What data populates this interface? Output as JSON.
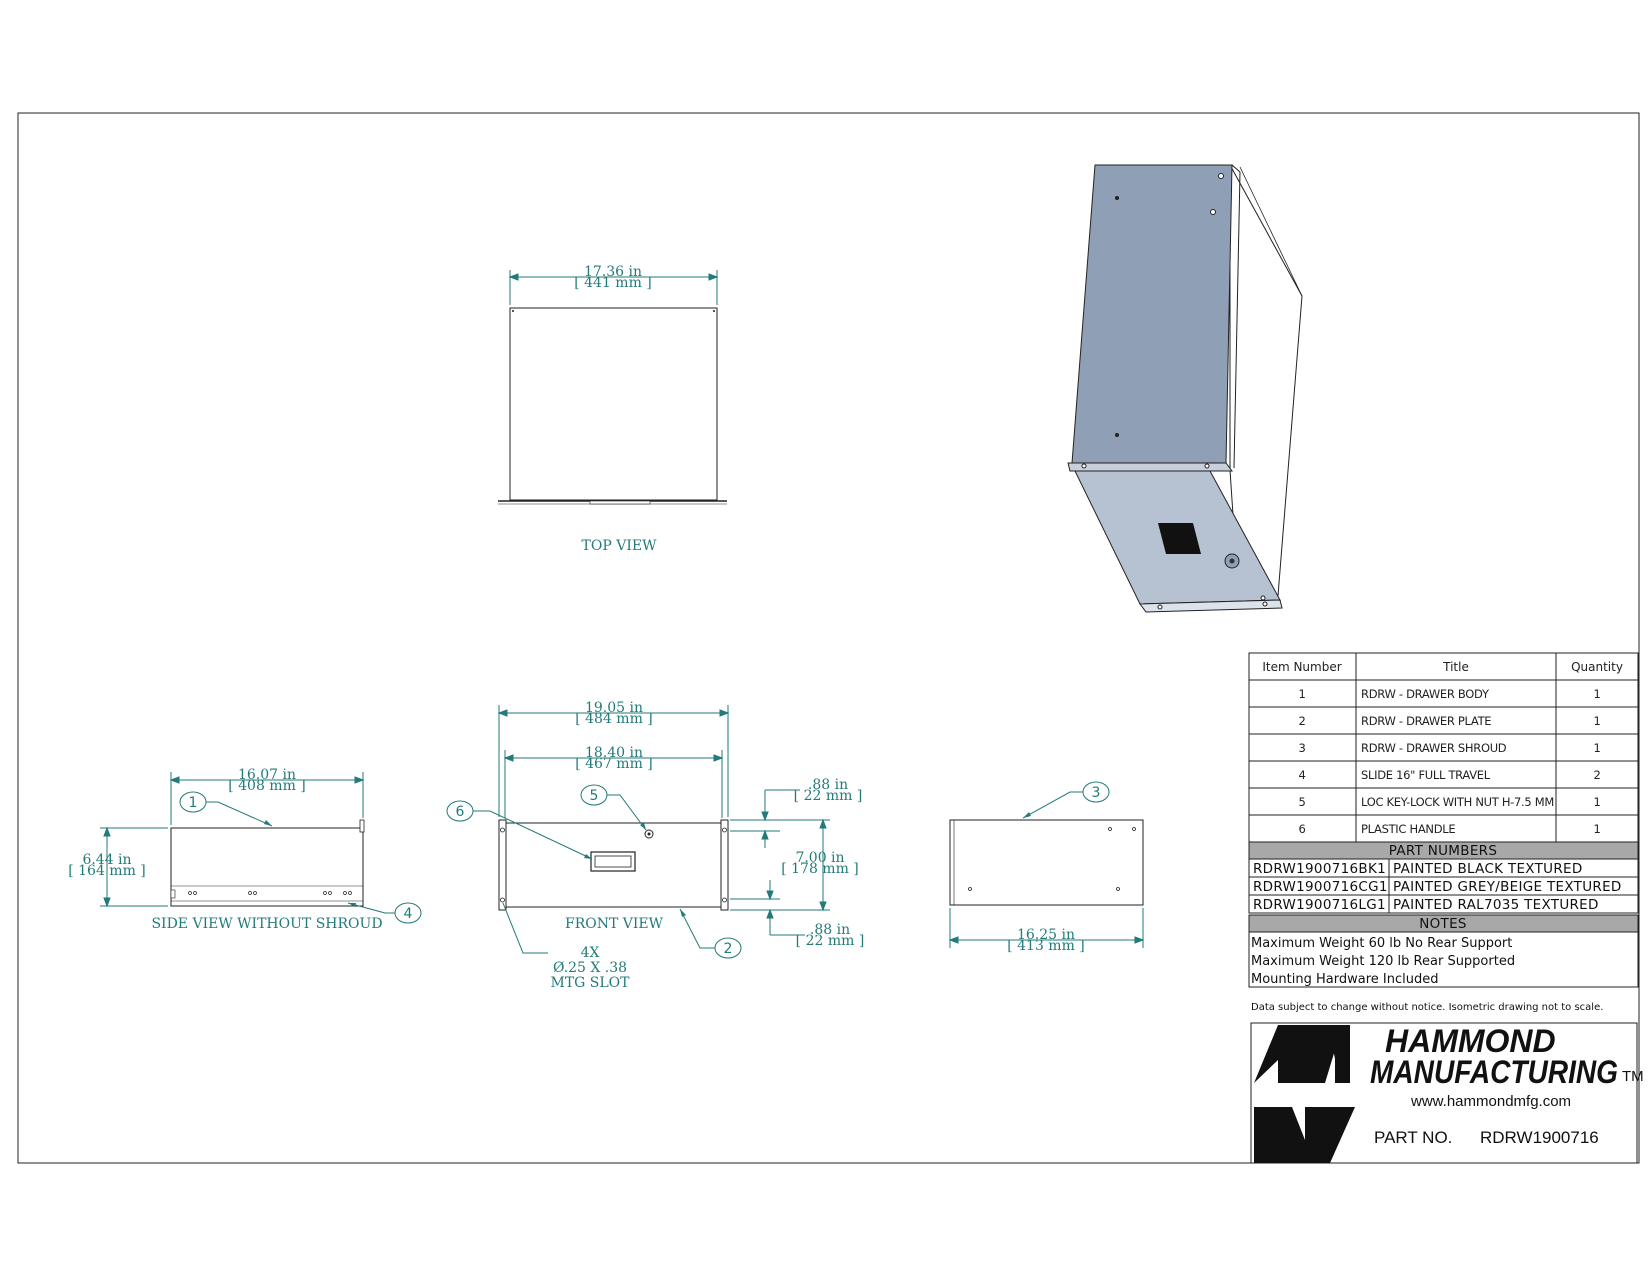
{
  "views": {
    "top": {
      "label": "TOP VIEW",
      "width_in": "17.36 in",
      "width_mm": "[ 441 mm ]"
    },
    "side": {
      "label": "SIDE VIEW WITHOUT SHROUD",
      "depth_in": "16.07 in",
      "depth_mm": "[ 408 mm ]",
      "height_in": "6.44 in",
      "height_mm": "[ 164 mm ]"
    },
    "front": {
      "label": "FRONT VIEW",
      "overall_in": "19.05 in",
      "overall_mm": "[ 484 mm ]",
      "inner_in": "18.40 in",
      "inner_mm": "[ 467 mm ]",
      "top_offset_in": ".88 in",
      "top_offset_mm": "[ 22 mm ]",
      "height_in": "7.00 in",
      "height_mm": "[ 178 mm ]",
      "bottom_offset_in": ".88 in",
      "bottom_offset_mm": "[ 22 mm ]",
      "slot_count": "4X",
      "slot_size": "Ø.25 X .38",
      "slot_label": "MTG SLOT"
    },
    "shroud": {
      "depth_in": "16.25 in",
      "depth_mm": "[ 413 mm ]"
    }
  },
  "balloons": [
    "1",
    "2",
    "3",
    "4",
    "5",
    "6"
  ],
  "bom": {
    "headers": [
      "Item Number",
      "Title",
      "Quantity"
    ],
    "rows": [
      {
        "item": "1",
        "title": "RDRW - DRAWER BODY",
        "qty": "1"
      },
      {
        "item": "2",
        "title": "RDRW - DRAWER PLATE",
        "qty": "1"
      },
      {
        "item": "3",
        "title": "RDRW - DRAWER SHROUD",
        "qty": "1"
      },
      {
        "item": "4",
        "title": "SLIDE 16\" FULL TRAVEL",
        "qty": "2"
      },
      {
        "item": "5",
        "title": "LOC KEY-LOCK WITH NUT H-7.5 MM",
        "qty": "1"
      },
      {
        "item": "6",
        "title": "PLASTIC HANDLE",
        "qty": "1"
      }
    ]
  },
  "part_numbers": {
    "header": "PART NUMBERS",
    "rows": [
      {
        "pn": "RDRW1900716BK1",
        "desc": "PAINTED BLACK TEXTURED"
      },
      {
        "pn": "RDRW1900716CG1",
        "desc": "PAINTED GREY/BEIGE TEXTURED"
      },
      {
        "pn": "RDRW1900716LG1",
        "desc": "PAINTED RAL7035 TEXTURED"
      }
    ]
  },
  "notes": {
    "header": "NOTES",
    "lines": [
      "Maximum Weight 60 lb No Rear Support",
      "Maximum Weight 120 lb Rear Supported",
      "Mounting Hardware Included"
    ]
  },
  "disclaimer": "Data subject to change without notice. Isometric drawing not to scale.",
  "title_block": {
    "brand_line1": "HAMMOND",
    "brand_line2": "MANUFACTURING",
    "trademark": "TM",
    "website": "www.hammondmfg.com",
    "part_no_label": "PART NO.",
    "part_no": "RDRW1900716"
  },
  "colors": {
    "dimension": "#237a7a",
    "iso_face": "#8f9fb6",
    "iso_bottom": "#b6c2d2",
    "table_header_fill": "#a8a8a8"
  }
}
